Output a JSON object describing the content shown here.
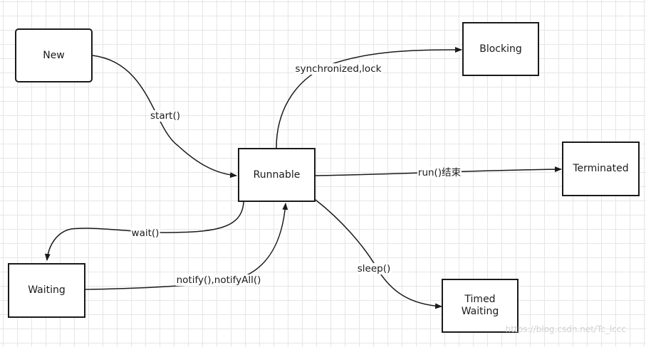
{
  "nodes": {
    "new": "New",
    "runnable": "Runnable",
    "blocking": "Blocking",
    "terminated": "Terminated",
    "waiting": "Waiting",
    "timed_waiting": "Timed\nWaiting"
  },
  "edges": {
    "start": "start()",
    "synchronized": "synchronized,lock",
    "run_end": "run()结束",
    "wait": "wait()",
    "notify": "notify(),notifyAll()",
    "sleep": "sleep()"
  },
  "watermark": "https://blog.csdn.net/Tc_lccc",
  "colors": {
    "stroke": "#1a1a1a",
    "grid": "#e6e6e6",
    "watermark": "#d2d2d2"
  }
}
